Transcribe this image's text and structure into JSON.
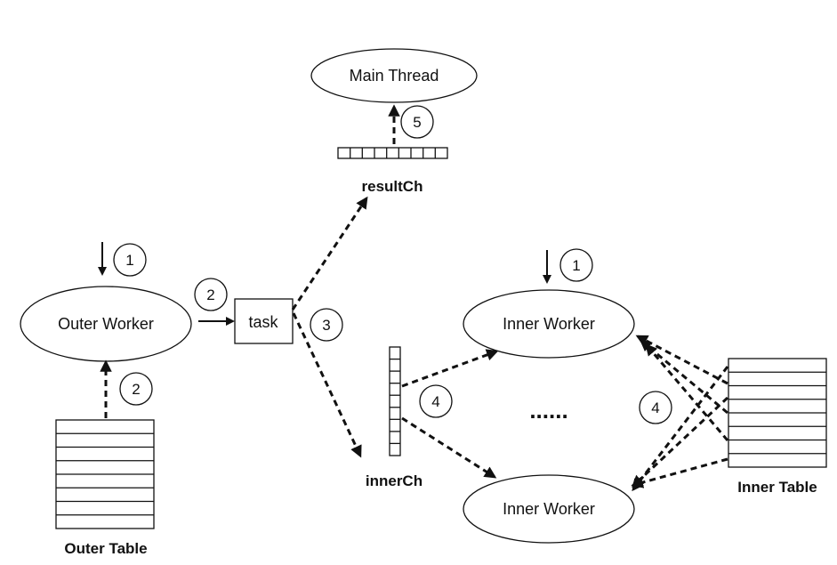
{
  "nodes": {
    "main_thread": "Main Thread",
    "outer_worker": "Outer Worker",
    "inner_worker_top": "Inner Worker",
    "inner_worker_bottom": "Inner Worker",
    "task": "task"
  },
  "labels": {
    "result_ch": "resultCh",
    "inner_ch": "innerCh",
    "outer_table": "Outer Table",
    "inner_table": "Inner Table",
    "ellipsis": "......"
  },
  "steps": {
    "outer_start": "1",
    "inner_start": "1",
    "send_task": "2",
    "read_outer_table": "2",
    "dispatch": "3",
    "fetch_from_channel": "4",
    "read_inner_table": "4",
    "return_result": "5"
  }
}
